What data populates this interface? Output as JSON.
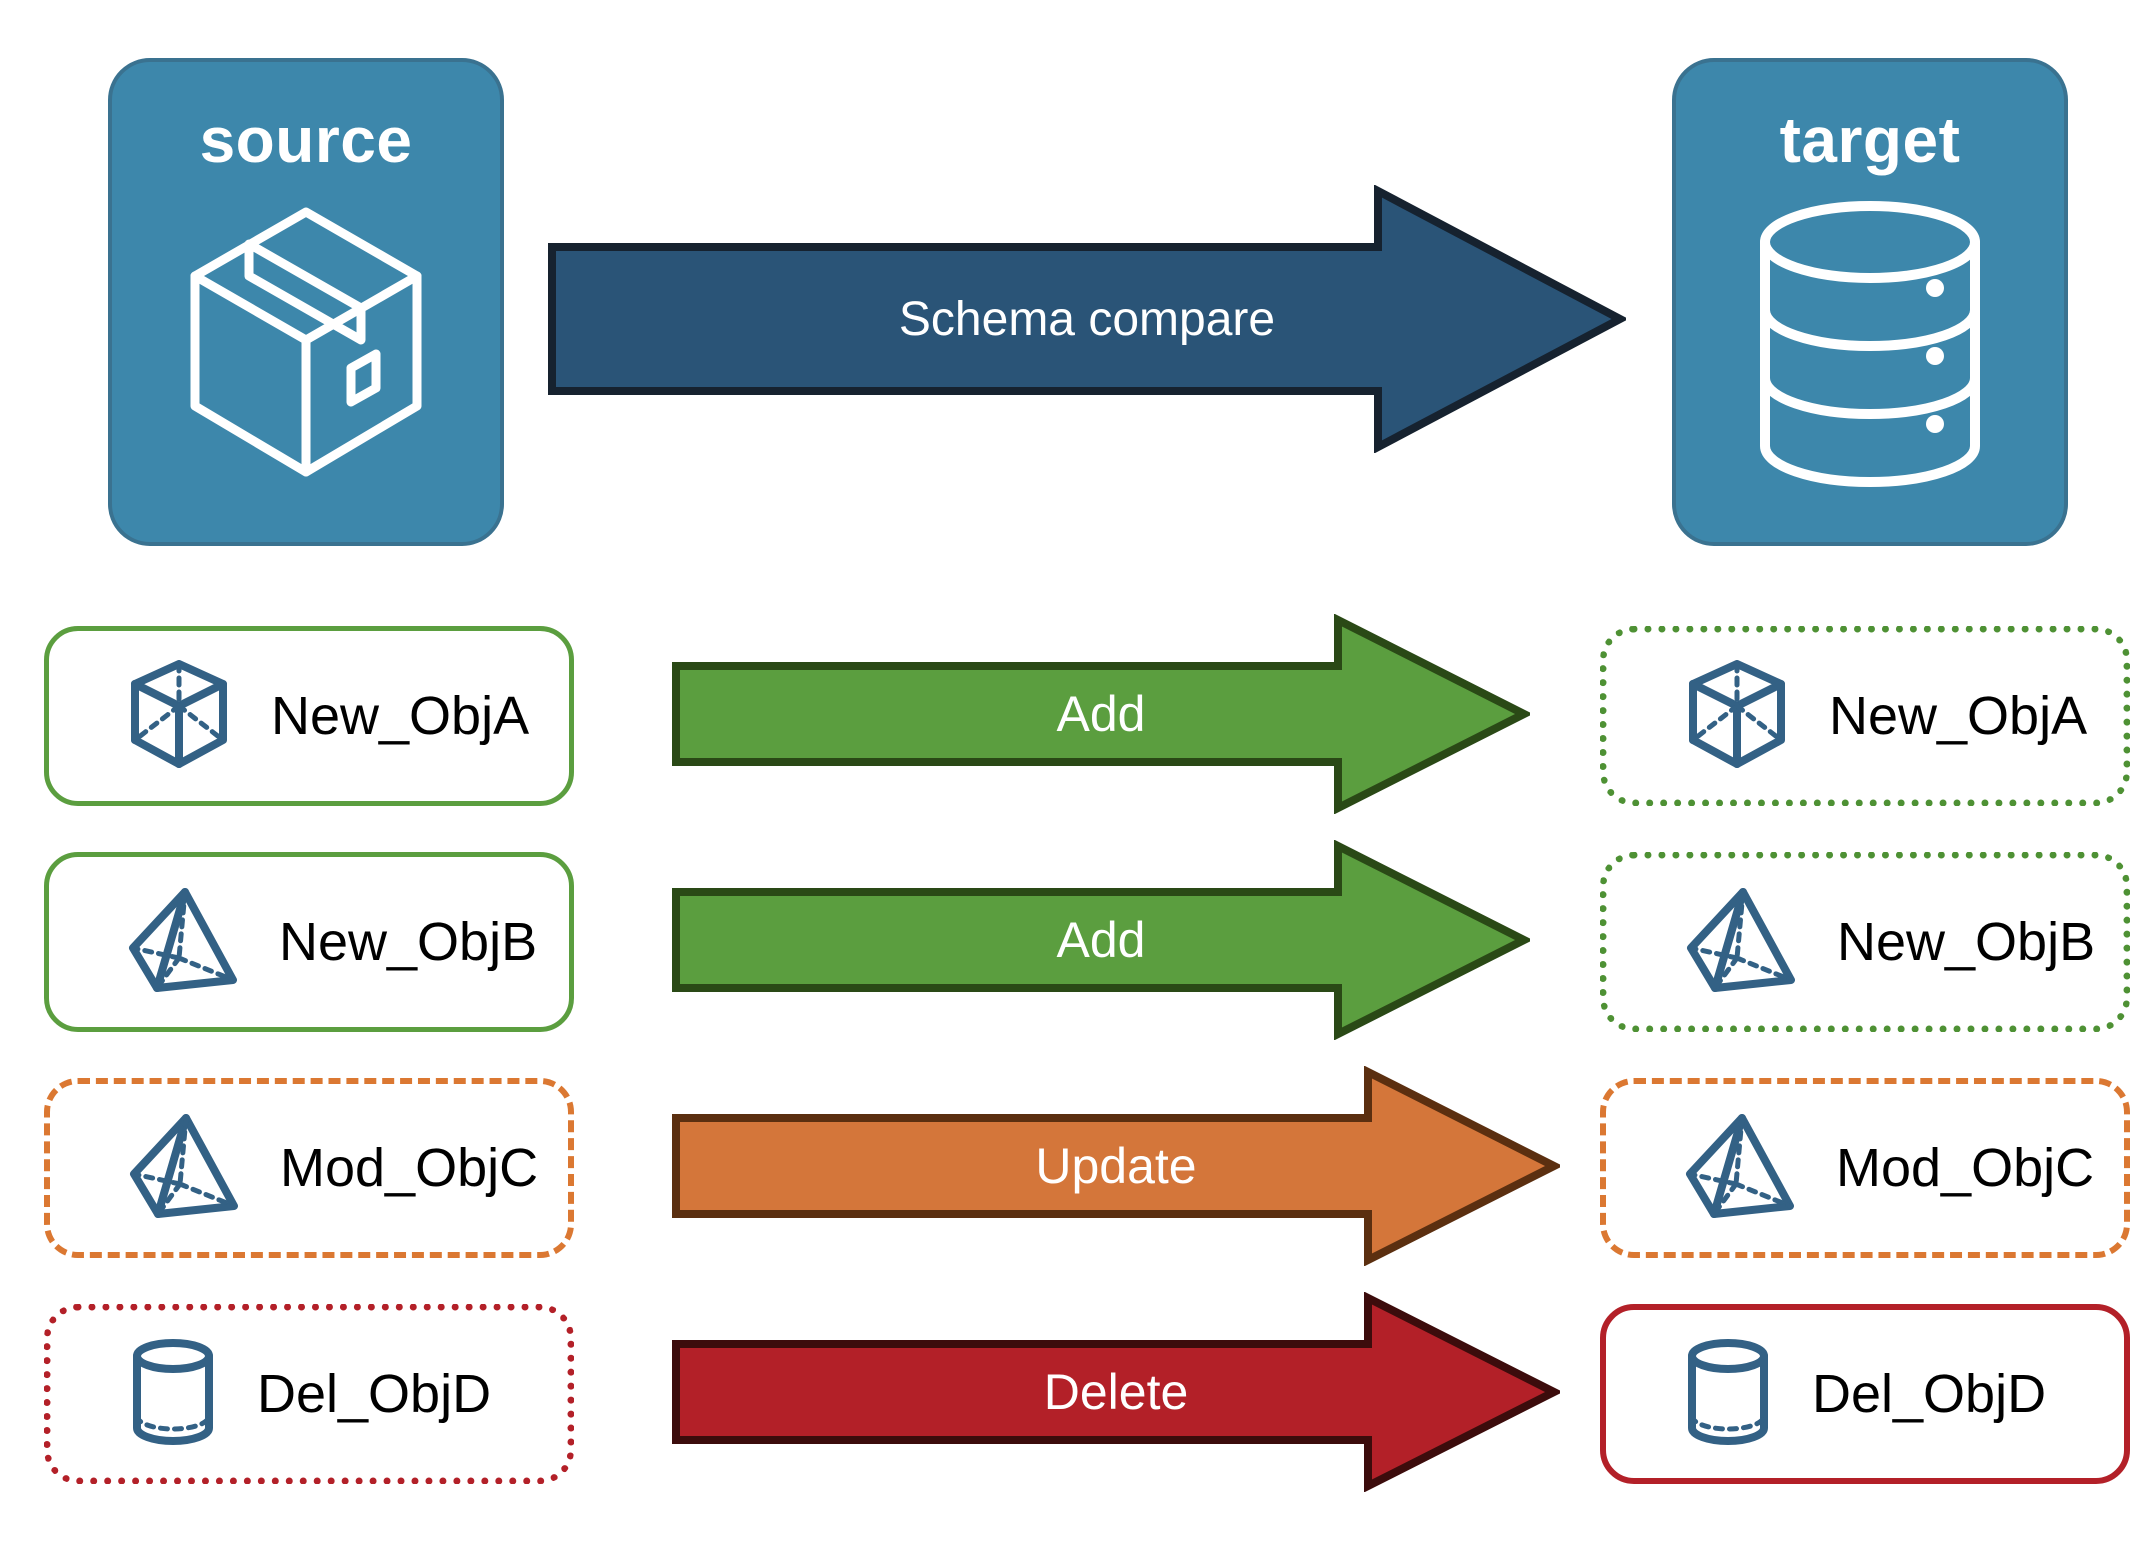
{
  "diagram": {
    "title": "Schema compare source to target",
    "background": "#FFFFFF"
  },
  "endpoints": {
    "source": {
      "label": "source",
      "icon": "package-box-icon",
      "fill": "#3D87AB",
      "stroke": "#3A7290",
      "text_color": "#FFFFFF"
    },
    "target": {
      "label": "target",
      "icon": "database-cylinder-icon",
      "fill": "#3D87AB",
      "stroke": "#3A7290",
      "text_color": "#FFFFFF"
    }
  },
  "main_arrow": {
    "label": "Schema compare",
    "fill": "#2A5477",
    "stroke": "#16222F",
    "text_color": "#FFFFFF"
  },
  "rows": [
    {
      "action": "Add",
      "arrow_fill": "#5B9E3F",
      "arrow_stroke": "#2A4916",
      "arrow_text_color": "#FFFFFF",
      "source": {
        "label": "New_ObjA",
        "icon": "wireframe-cube-icon",
        "border_style": "solid",
        "border_color": "#5B9E3F"
      },
      "target": {
        "label": "New_ObjA",
        "icon": "wireframe-cube-icon",
        "border_style": "dotted",
        "border_color": "#4E9134"
      }
    },
    {
      "action": "Add",
      "arrow_fill": "#5B9E3F",
      "arrow_stroke": "#2A4916",
      "arrow_text_color": "#FFFFFF",
      "source": {
        "label": "New_ObjB",
        "icon": "wireframe-pyramid-icon",
        "border_style": "solid",
        "border_color": "#5B9E3F"
      },
      "target": {
        "label": "New_ObjB",
        "icon": "wireframe-pyramid-icon",
        "border_style": "dotted",
        "border_color": "#4E9134"
      }
    },
    {
      "action": "Update",
      "arrow_fill": "#D4763A",
      "arrow_stroke": "#5B2F10",
      "arrow_text_color": "#FFFFFF",
      "source": {
        "label": "Mod_ObjC",
        "icon": "wireframe-pyramid-icon",
        "border_style": "dashed",
        "border_color": "#DB7832"
      },
      "target": {
        "label": "Mod_ObjC",
        "icon": "wireframe-pyramid-icon",
        "border_style": "dashed",
        "border_color": "#DB7832"
      }
    },
    {
      "action": "Delete",
      "arrow_fill": "#B32028",
      "arrow_stroke": "#3C0C0C",
      "arrow_text_color": "#FFFFFF",
      "source": {
        "label": "Del_ObjD",
        "icon": "wireframe-cylinder-icon",
        "border_style": "dotted",
        "border_color": "#B32028"
      },
      "target": {
        "label": "Del_ObjD",
        "icon": "wireframe-cylinder-icon",
        "border_style": "solid",
        "border_color": "#B32028"
      }
    }
  ],
  "palette": {
    "object_icon_color": "#336185",
    "label_color": "#000000",
    "green": "#5B9E3F",
    "orange": "#D4763A",
    "red": "#B32028",
    "blue": "#3D87AB",
    "dark_blue": "#2A5477"
  }
}
